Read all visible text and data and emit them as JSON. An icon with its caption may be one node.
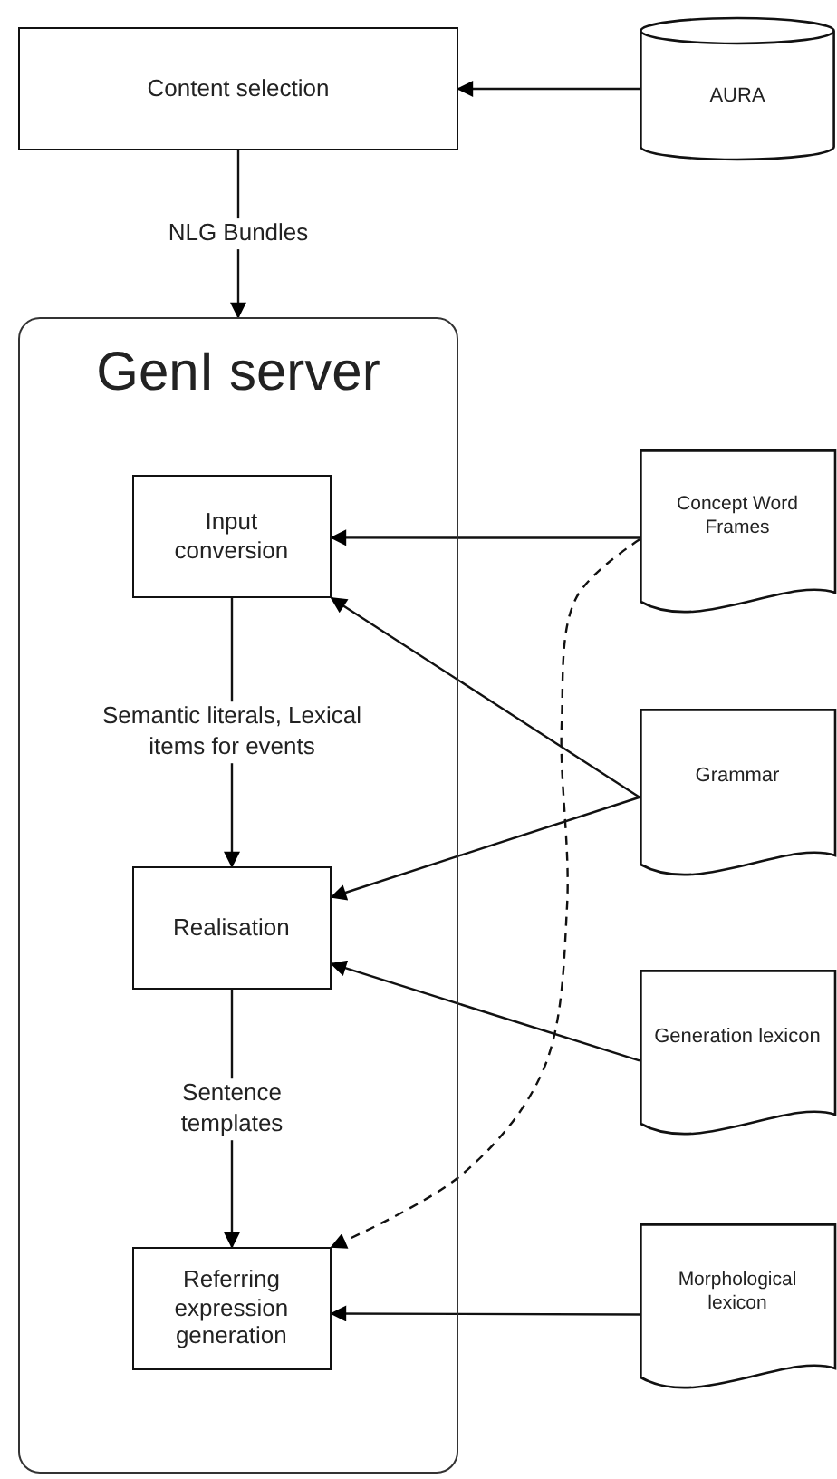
{
  "diagram": {
    "nodes": [
      {
        "text": [
          "Content selection"
        ]
      },
      {
        "text": [
          "AURA"
        ]
      },
      {
        "text": [
          "GenI server"
        ]
      },
      {
        "text": [
          "Input conversion"
        ],
        "in": 2
      },
      {
        "text": [
          "Concept Word Frames"
        ]
      },
      {
        "text": [
          "Grammar"
        ]
      },
      {
        "text": [
          "Realisation"
        ],
        "in": 2
      },
      {
        "text": [
          "Generation lexicon"
        ]
      },
      {
        "text": [
          "Referring expression generation"
        ],
        "in": 2
      },
      {
        "text": [
          "Morphological lexicon"
        ]
      }
    ],
    "edges": [
      {
        "from": 1,
        "to": 0,
        "arrow": "to"
      },
      {
        "from": 0,
        "to": 2,
        "arrow": "to",
        "label": "NLG Bundles"
      },
      {
        "from": 3,
        "to": 6,
        "arrow": "to",
        "label": "Semantic literals, Lexical items for events"
      },
      {
        "from": 6,
        "to": 8,
        "arrow": "to",
        "label": "Sentence templates"
      },
      {
        "from": 4,
        "to": 3,
        "arrow": "to"
      },
      {
        "from": 4,
        "to": 8,
        "arrow": "to",
        "style": "dashed"
      },
      {
        "from": 5,
        "to": 3,
        "arrow": "to"
      },
      {
        "from": 5,
        "to": 6,
        "arrow": "to"
      },
      {
        "from": 7,
        "to": 6,
        "arrow": "to"
      },
      {
        "from": 9,
        "to": 8,
        "arrow": "to"
      }
    ]
  }
}
